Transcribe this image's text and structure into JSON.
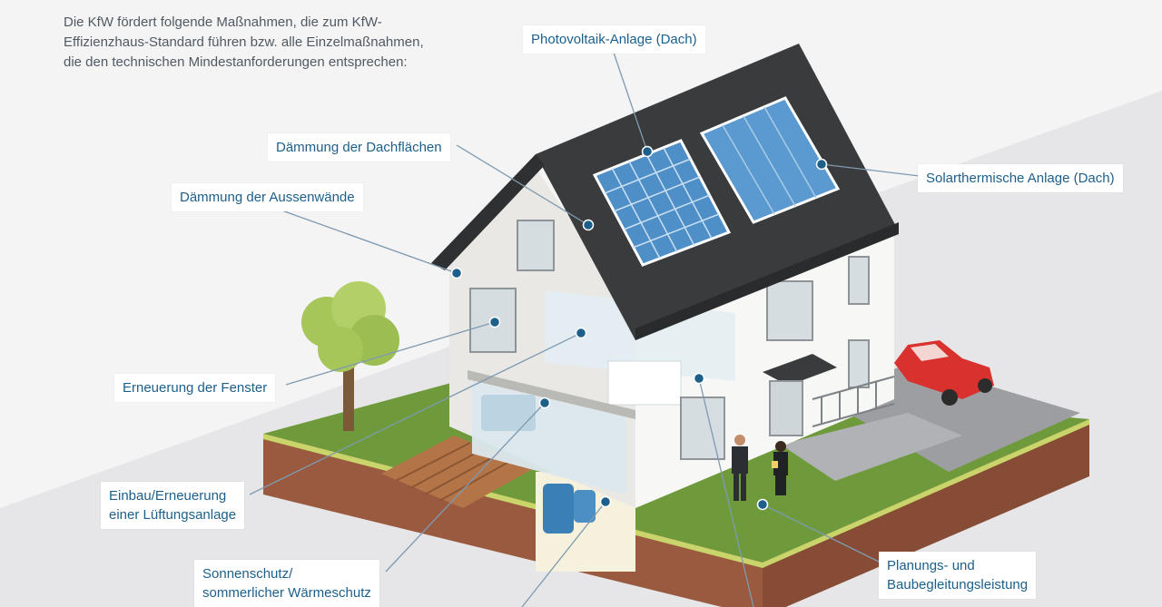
{
  "intro": {
    "lines": [
      "Die KfW fördert folgende Maßnahmen, die zum KfW-",
      "Effizienzhaus-Standard führen bzw. alle Einzelmaßnahmen,",
      "die den technischen Mindestanforderungen entsprechen:"
    ]
  },
  "callouts": {
    "photovoltaik": {
      "lines": [
        "Photovoltaik-Anlage (Dach)"
      ]
    },
    "solarthermie": {
      "lines": [
        "Solarthermische Anlage (Dach)"
      ]
    },
    "daemmung_dach": {
      "lines": [
        "Dämmung der Dachflächen"
      ]
    },
    "daemmung_waende": {
      "lines": [
        "Dämmung der Aussenwände"
      ]
    },
    "fenster": {
      "lines": [
        "Erneuerung der Fenster"
      ]
    },
    "lueftung": {
      "lines": [
        "Einbau/Erneuerung",
        "einer Lüftungsanlage"
      ]
    },
    "sonnenschutz": {
      "lines": [
        "Sonnenschutz/",
        "sommerlicher Wärmeschutz"
      ]
    },
    "planung": {
      "lines": [
        "Planungs- und",
        "Baubegleitungsleistung"
      ]
    }
  },
  "colors": {
    "background": "#f2f2f3",
    "callout_text": "#1c5f8a",
    "marker": "#1c5f8a",
    "roof": "#3a3b3d",
    "grass": "#6f9a3c",
    "soil": "#9a5a3f",
    "wall": "#f4f4f2",
    "car": "#d8312e",
    "tree": "#a6c65a"
  },
  "icons": [
    "house-illustration",
    "solar-panel-icon",
    "tree-icon",
    "car-icon",
    "person-icon"
  ]
}
